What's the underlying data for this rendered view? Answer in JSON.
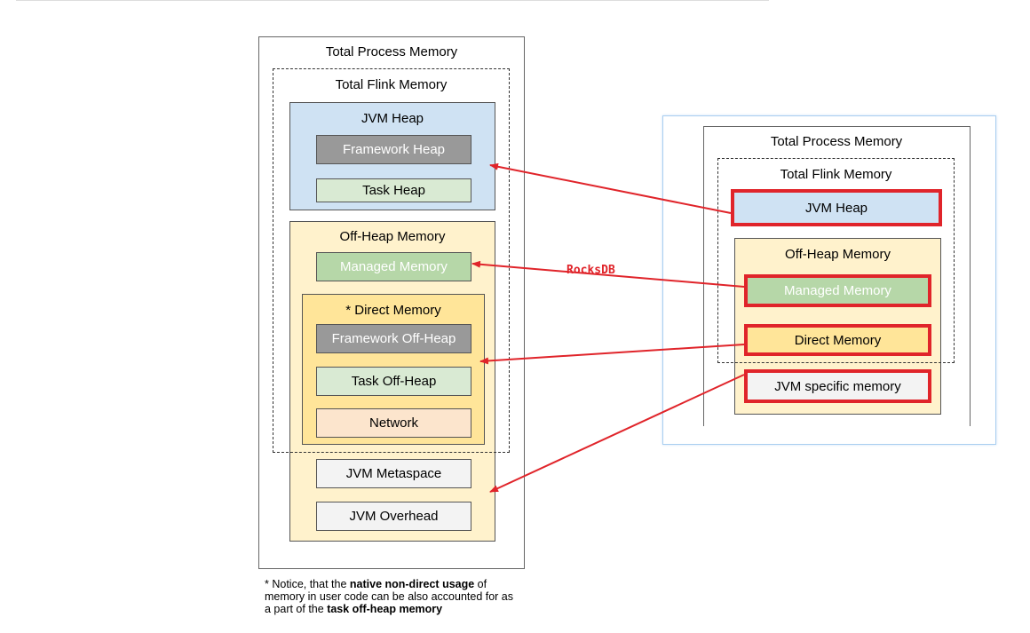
{
  "left": {
    "total_process": "Total Process Memory",
    "total_flink": "Total Flink Memory",
    "jvm_heap": "JVM Heap",
    "framework_heap": "Framework Heap",
    "task_heap": "Task Heap",
    "off_heap": "Off-Heap Memory",
    "managed": "Managed Memory",
    "direct": "* Direct Memory",
    "framework_off_heap": "Framework Off-Heap",
    "task_off_heap": "Task Off-Heap",
    "network": "Network",
    "metaspace": "JVM Metaspace",
    "overhead": "JVM Overhead"
  },
  "note": {
    "part1": "* Notice, that the ",
    "bold1": "native non-direct usage",
    "part2": " of memory in user code can be also accounted for as a part of the ",
    "bold2": "task off-heap memory"
  },
  "right": {
    "total_process": "Total Process Memory",
    "total_flink": "Total Flink Memory",
    "jvm_heap": "JVM Heap",
    "off_heap": "Off-Heap Memory",
    "managed": "Managed Memory",
    "direct": "Direct Memory",
    "jvm_specific": "JVM specific memory"
  },
  "arrow_label": "RocksDB",
  "colors": {
    "arrow": "#e0242a",
    "heap": "#cfe2f3",
    "off_heap": "#fff2cc",
    "direct": "#ffe599"
  }
}
